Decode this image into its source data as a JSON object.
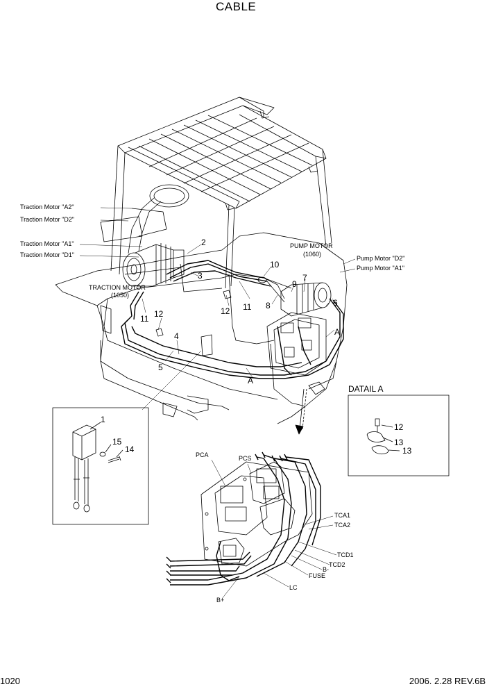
{
  "title": "CABLE",
  "footer": {
    "page": "1020",
    "revision": "2006. 2.28  REV.6B"
  },
  "motor_labels": {
    "traction_a2": "Traction Motor \"A2\"",
    "traction_d2": "Traction Motor \"D2\"",
    "traction_a1": "Traction Motor \"A1\"",
    "traction_d1": "Traction Motor \"D1\"",
    "pump_d2": "Pump Motor \"D2\"",
    "pump_a1": "Pump Motor \"A1\""
  },
  "components": {
    "traction_motor_name": "TRACTION MOTOR",
    "traction_motor_code": "(1050)",
    "pump_motor_name": "PUMP MOTOR",
    "pump_motor_code": "(1060)"
  },
  "detail": {
    "title": "DATAIL A",
    "ref": "A"
  },
  "part_numbers": {
    "n1": "1",
    "n2": "2",
    "n3": "3",
    "n4": "4",
    "n5": "5",
    "n6": "6",
    "n7": "7",
    "n8": "8",
    "n9": "9",
    "n10": "10",
    "n11": "11",
    "n12": "12",
    "n13": "13",
    "n14": "14",
    "n15": "15"
  },
  "controller_labels": {
    "pca": "PCA",
    "pcs": "PCS",
    "tca1": "TCA1",
    "tca2": "TCA2",
    "tcd1": "TCD1",
    "tcd2": "TCD2",
    "b_minus": "B-",
    "fuse": "FUSE",
    "lc": "LC",
    "b_plus": "B+"
  }
}
